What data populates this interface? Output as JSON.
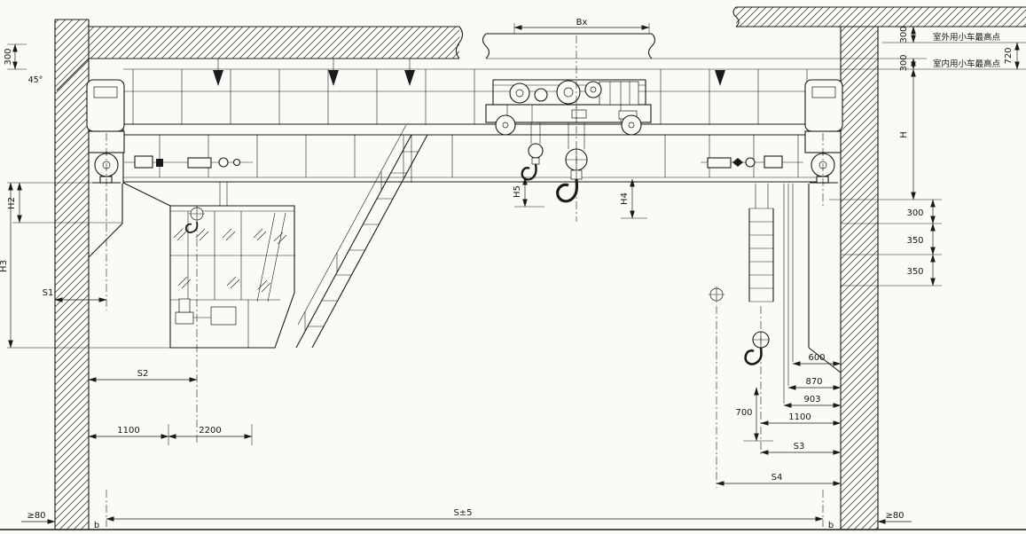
{
  "labels": {
    "bx": "Bx",
    "roof_clearance_outdoor": "300",
    "roof_clearance_indoor": "300",
    "outdoor_line_note": "室外用小车最高点",
    "indoor_line_note": "室内用小车最高点",
    "line_gap_720": "720",
    "crane_height_h": "H",
    "left_roof_300": "300",
    "roof_angle_45": "45°",
    "h2": "H2",
    "h3": "H3",
    "h4": "H4",
    "h5": "H5",
    "s1": "S1",
    "s2": "S2",
    "s3": "S3",
    "s4": "S4",
    "span_s5": "S±5",
    "right_step_300": "300",
    "right_step_350a": "350",
    "right_step_350b": "350",
    "hook_dim_600": "600",
    "hook_dim_700": "700",
    "hook_dim_870": "870",
    "hook_dim_903": "903",
    "hook_dim_1100": "1100",
    "cab_dim_1100": "1100",
    "cab_dim_2200": "2200",
    "wall_clearance_left": "≥80",
    "wall_clearance_right": "≥80",
    "rail_offset_b_left": "b",
    "rail_offset_b_right": "b"
  }
}
